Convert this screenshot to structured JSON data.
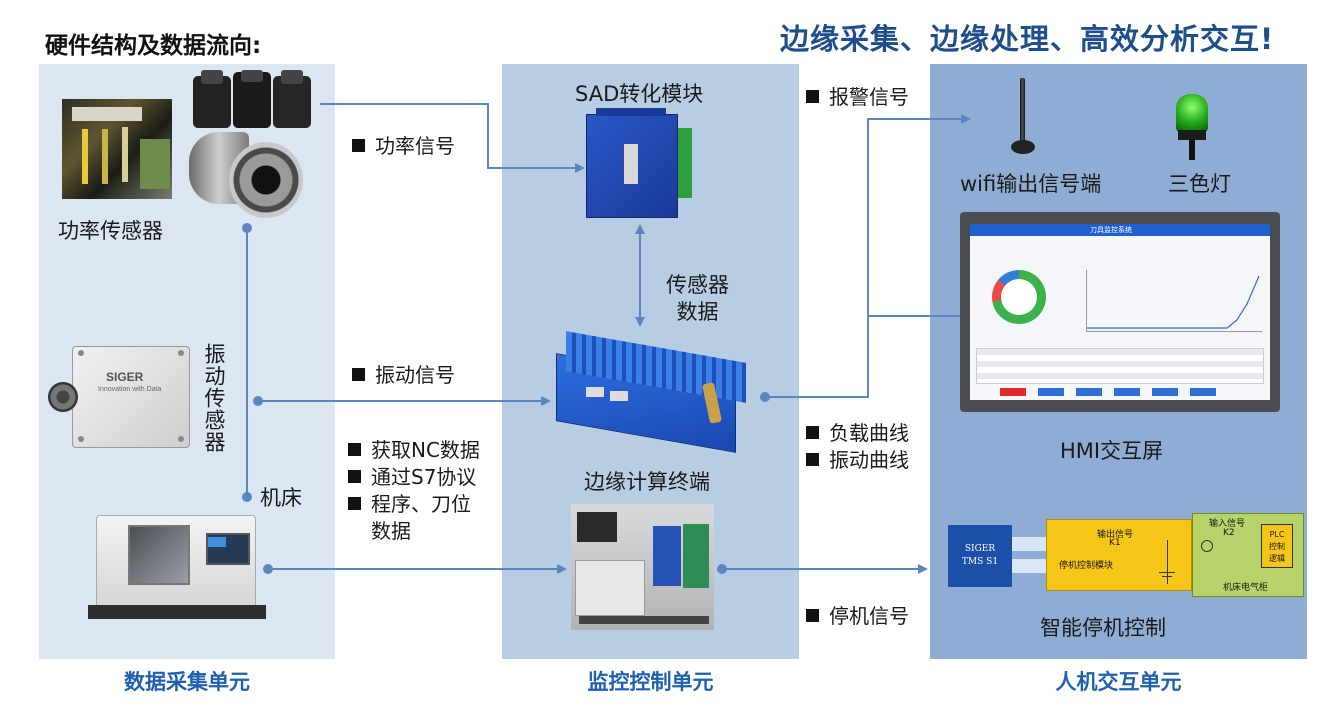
{
  "header": {
    "left_title": "硬件结构及数据流向:",
    "right_slogan": "边缘采集、边缘处理、高效分析交互!"
  },
  "panels": {
    "left_footer": "数据采集单元",
    "mid_footer": "监控控制单元",
    "right_footer": "人机交互单元"
  },
  "left": {
    "power_sensor": "功率传感器",
    "vibration_sensor": "振动传感器",
    "machine": "机床",
    "siger_brand": "SIGER",
    "siger_tagline": "Innovation with Data"
  },
  "mid": {
    "sad_module": "SAD转化模块",
    "sensor_data_1": "传感器",
    "sensor_data_2": "数据",
    "edge_terminal": "边缘计算终端"
  },
  "signals": {
    "power": "功率信号",
    "vibration": "振动信号",
    "nc_1": "获取NC数据",
    "nc_2": "通过S7协议",
    "nc_3": "程序、刀位",
    "nc_4": "数据",
    "alarm": "报警信号",
    "load_curve": "负载曲线",
    "vibration_curve": "振动曲线",
    "stop": "停机信号"
  },
  "right": {
    "wifi": "wifi输出信号端",
    "tri_light": "三色灯",
    "hmi": "HMI交互屏",
    "smart_stop": "智能停机控制",
    "hmi_title": "刀具监控系统",
    "stop_module": "停机控制模块",
    "output_signal": "输出信号",
    "k1": "K1",
    "input_signal": "输入信号",
    "k2": "K2",
    "plc_1": "PLC",
    "plc_2": "控制",
    "plc_3": "逻辑",
    "cabinet": "机床电气柜",
    "siger_box_1": "SIGER",
    "siger_box_2": "TMS S1"
  },
  "colors": {
    "left_panel": "#dbe6f2",
    "mid_panel": "#b8cde4",
    "right_panel": "#8fadd4",
    "arrow": "#5b86c0",
    "accent": "#2060b0"
  }
}
